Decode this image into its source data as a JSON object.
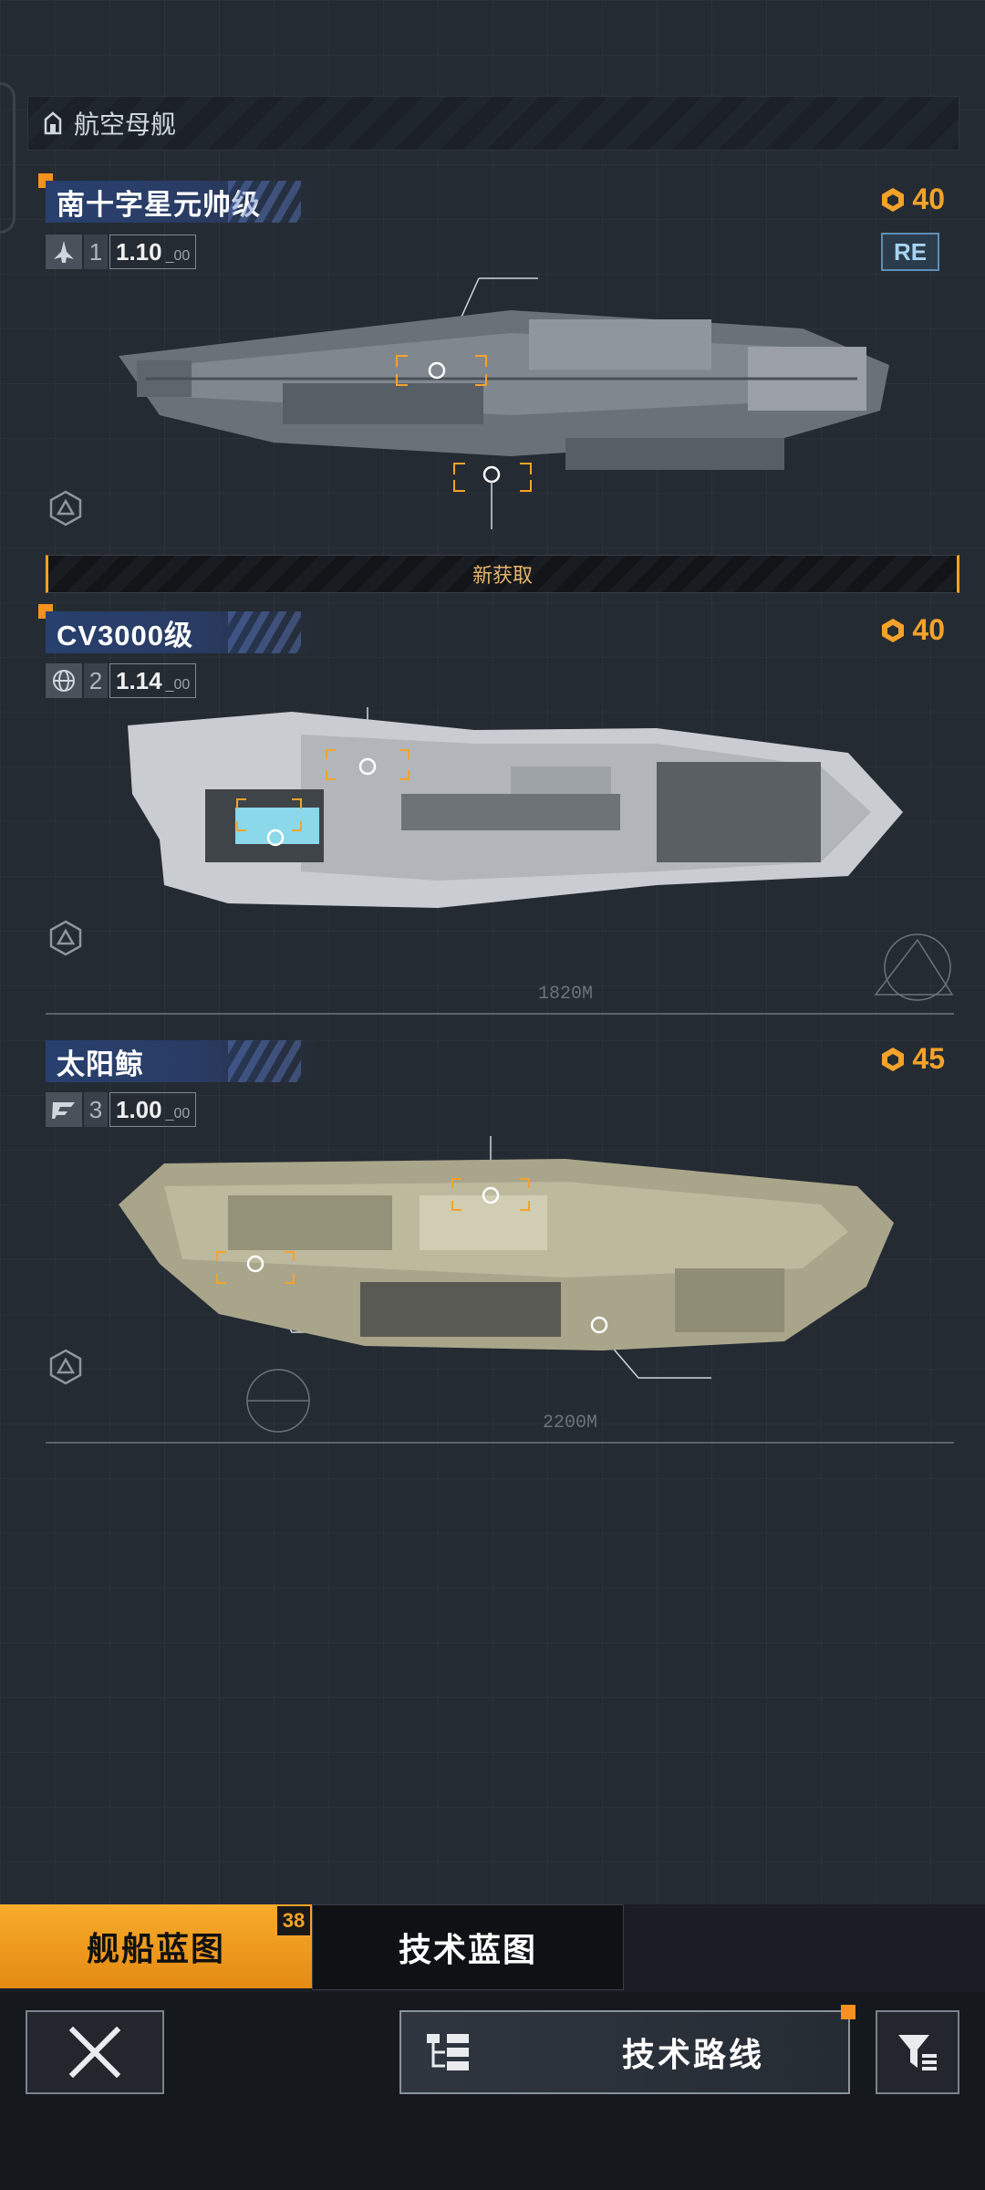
{
  "section": {
    "title": "航空母舰"
  },
  "ships": [
    {
      "name": "南十字星元帅级",
      "level": "1",
      "multiplier": "1.10",
      "multiplier_sub": "_00",
      "cost": "40",
      "badge": "RE",
      "status_banner": "新获取",
      "class_icon": "fighter-icon"
    },
    {
      "name": "CV3000级",
      "level": "2",
      "multiplier": "1.14",
      "multiplier_sub": "_00",
      "cost": "40",
      "class_icon": "globe-icon",
      "ruler_label": "1820M"
    },
    {
      "name": "太阳鲸",
      "level": "3",
      "multiplier": "1.00",
      "multiplier_sub": "_00",
      "cost": "45",
      "class_icon": "faction-emblem-icon",
      "ruler_label": "2200M"
    }
  ],
  "tabs": [
    {
      "label": "舰船蓝图",
      "badge": "38",
      "active": true
    },
    {
      "label": "技术蓝图",
      "active": false
    }
  ],
  "bottom": {
    "route_label": "技术路线"
  },
  "colors": {
    "accent": "#f4a32a",
    "name_bar": "#28406e",
    "background": "#252b33"
  }
}
